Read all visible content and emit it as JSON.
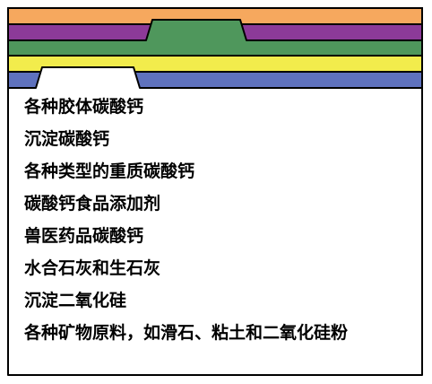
{
  "colors": {
    "orange_tab": "#F6A85E",
    "purple_tab": "#8C3A98",
    "green_tab": "#4F975C",
    "yellow_tab": "#F2EC4C",
    "blue_tab": "#5F72BE",
    "panel": "#FFFFFF",
    "outline": "#000000"
  },
  "items": [
    "各种胶体碳酸钙",
    "沉淀碳酸钙",
    "各种类型的重质碳酸钙",
    "碳酸钙食品添加剂",
    "兽医药品碳酸钙",
    "水合石灰和生石灰",
    "沉淀二氧化硅",
    "各种矿物原料，如滑石、粘土和二氧化硅粉"
  ]
}
